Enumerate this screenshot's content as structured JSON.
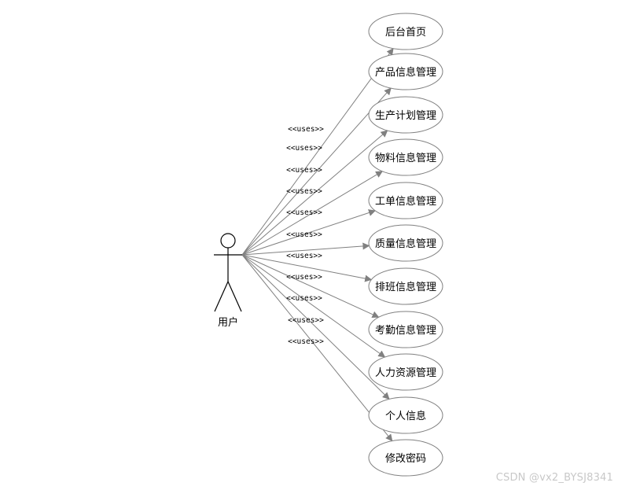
{
  "actor": {
    "label": "用户"
  },
  "relation_label": "<<uses>>",
  "use_cases": [
    {
      "label": "后台首页"
    },
    {
      "label": "产品信息管理"
    },
    {
      "label": "生产计划管理"
    },
    {
      "label": "物料信息管理"
    },
    {
      "label": "工单信息管理"
    },
    {
      "label": "质量信息管理"
    },
    {
      "label": "排班信息管理"
    },
    {
      "label": "考勤信息管理"
    },
    {
      "label": "人力资源管理"
    },
    {
      "label": "个人信息"
    },
    {
      "label": "修改密码"
    }
  ],
  "watermark": "CSDN @vx2_BYSJ8341",
  "colors": {
    "line": "#808080",
    "ellipse_stroke": "#808080",
    "text": "#000000",
    "watermark": "#c8c8c8"
  }
}
